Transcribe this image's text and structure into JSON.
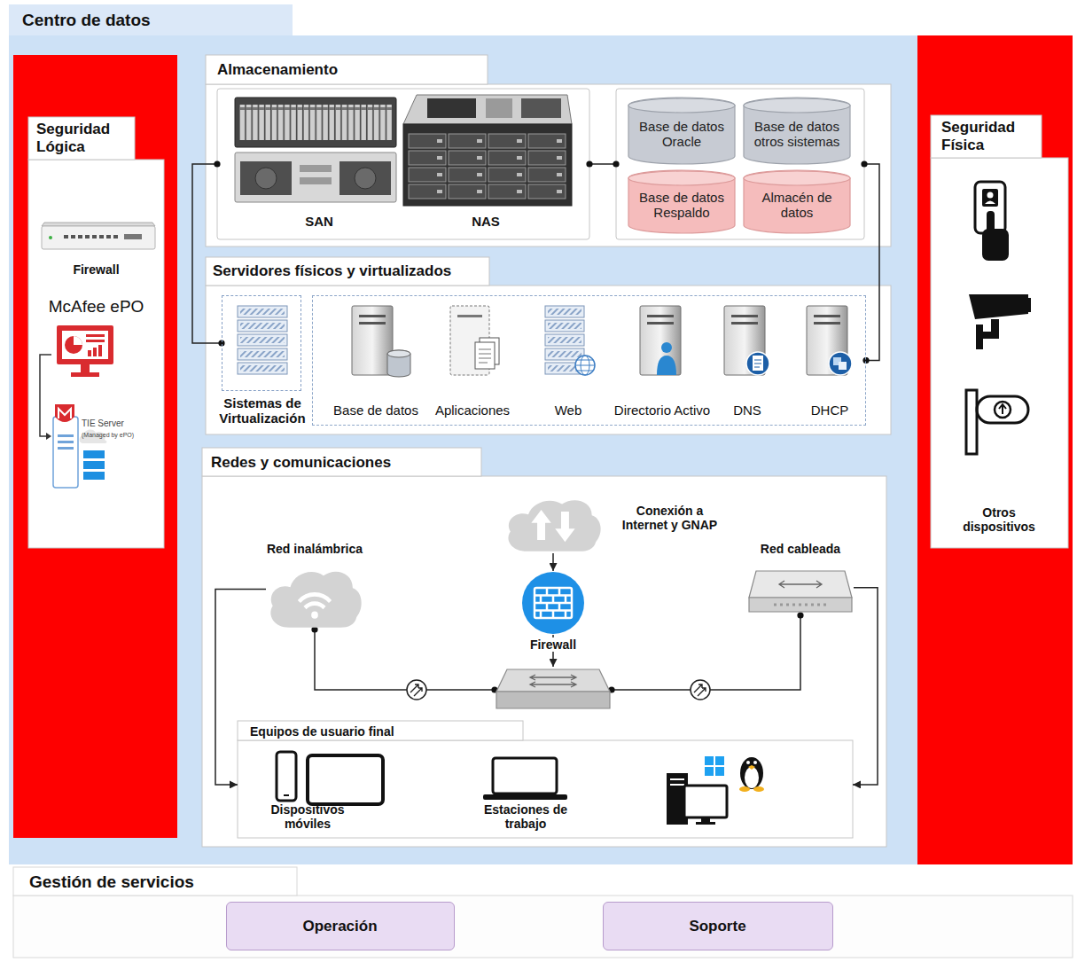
{
  "diagram": {
    "nodes": [
      {
        "text": [
          "Centro de datos"
        ]
      },
      {
        "text": [
          "Seguridad Lógica",
          "Firewall",
          "McAfee ePO",
          "TIE Server",
          "(Managed by ePO)"
        ],
        "in": 0
      },
      {
        "text": [
          "Almacenamiento"
        ],
        "in": 0
      },
      {
        "text": [
          "SAN",
          "NAS"
        ],
        "in": 2
      },
      {
        "text": [],
        "in": 2
      },
      {
        "text": [
          "Base de datos Oracle"
        ],
        "in": 4
      },
      {
        "text": [
          "Base de datos otros sistemas"
        ],
        "in": 4
      },
      {
        "text": [
          "Base de datos Respaldo"
        ],
        "in": 4
      },
      {
        "text": [
          "Almacén de datos"
        ],
        "in": 4
      },
      {
        "text": [
          "Servidores físicos y virtualizados"
        ],
        "in": 0
      },
      {
        "text": [
          "Sistemas de Virtualización"
        ],
        "in": 9
      },
      {
        "text": [
          "Base de datos",
          "Aplicaciones",
          "Web",
          "Directorio Activo",
          "DNS",
          "DHCP"
        ],
        "in": 9
      },
      {
        "text": [
          "Redes y comunicaciones"
        ],
        "in": 0
      },
      {
        "text": [
          "Conexión a Internet y GNAP"
        ],
        "in": 12
      },
      {
        "text": [
          "Red inalámbrica"
        ],
        "in": 12
      },
      {
        "text": [
          "Firewall"
        ],
        "in": 12
      },
      {
        "text": [
          "Red cableada"
        ],
        "in": 12
      },
      {
        "text": [],
        "in": 12
      },
      {
        "text": [
          "Equipos de usuario final",
          "Dispositivos móviles",
          "Estaciones de trabajo"
        ],
        "in": 12
      },
      {
        "text": [
          "Seguridad Física",
          "Otros dispositivos"
        ],
        "in": 0
      },
      {
        "text": [
          "Gestión de servicios"
        ]
      },
      {
        "text": [
          "Operación"
        ],
        "in": 20
      },
      {
        "text": [
          "Soporte"
        ],
        "in": 20
      }
    ],
    "edges": [
      {
        "from": 3,
        "to": 10,
        "arrow": "none"
      },
      {
        "from": 3,
        "to": 4,
        "arrow": "none"
      },
      {
        "from": 4,
        "to": 11,
        "arrow": "none"
      },
      {
        "from": 13,
        "to": 15,
        "arrow": "to"
      },
      {
        "from": 15,
        "to": 17,
        "arrow": "to"
      },
      {
        "from": 17,
        "to": 14,
        "arrow": "none"
      },
      {
        "from": 17,
        "to": 16,
        "arrow": "none"
      },
      {
        "from": 14,
        "to": 18,
        "arrow": "to"
      },
      {
        "from": 16,
        "to": 18,
        "arrow": "to"
      }
    ]
  }
}
